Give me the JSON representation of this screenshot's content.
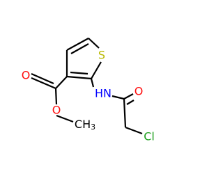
{
  "diagram": {
    "type": "chemical-structure",
    "atoms": {
      "sulfur": {
        "label": "S",
        "color": "#b8b800"
      },
      "ring_oxygen_double": {
        "label": "O",
        "color": "#ff0d0d"
      },
      "ester_oxygen": {
        "label": "O",
        "color": "#ff0d0d"
      },
      "methyl": {
        "label": "CH",
        "subscript": "3",
        "color": "#000000"
      },
      "amide_nh": {
        "label": "HN",
        "color": "#0000ff"
      },
      "amide_oxygen": {
        "label": "O",
        "color": "#ff0d0d"
      },
      "chlorine": {
        "label": "Cl",
        "color": "#1fa01f"
      }
    }
  }
}
